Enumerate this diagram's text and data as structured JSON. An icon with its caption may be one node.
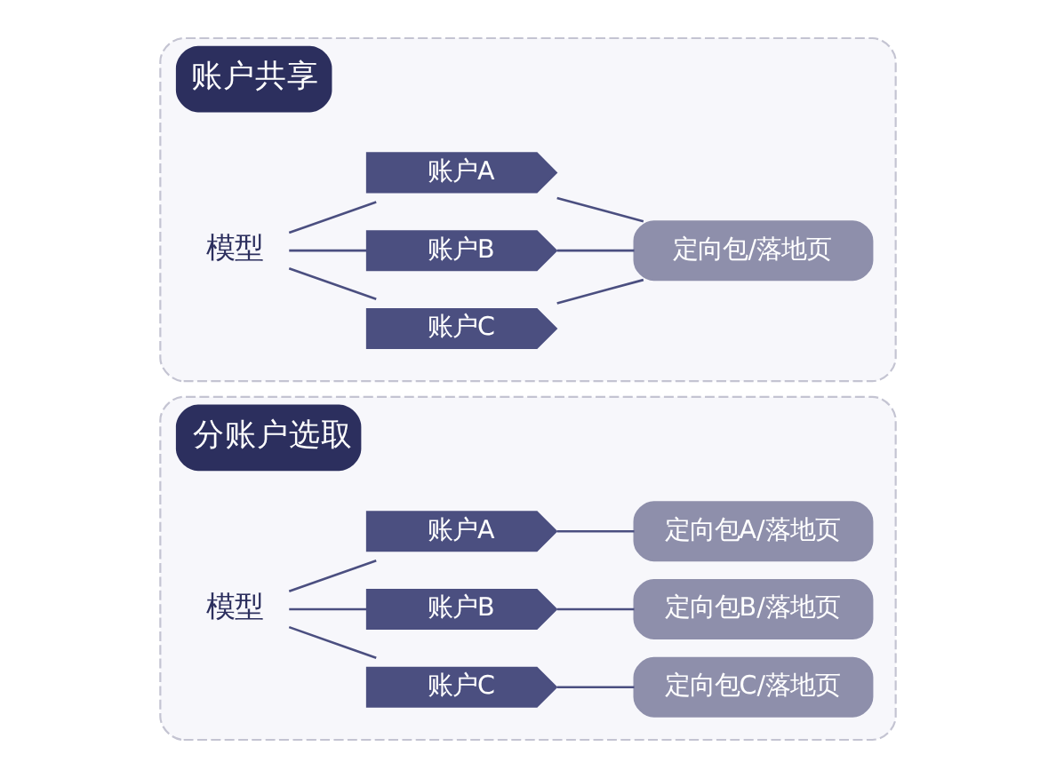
{
  "diagram": {
    "nodes": [
      {
        "text": [
          "账户共享"
        ]
      },
      {
        "text": [
          "模型"
        ],
        "in": 0
      },
      {
        "text": [
          "账户A"
        ],
        "in": 0
      },
      {
        "text": [
          "账户B"
        ],
        "in": 0
      },
      {
        "text": [
          "账户C"
        ],
        "in": 0
      },
      {
        "text": [
          "定向包/落地页"
        ],
        "in": 0
      },
      {
        "text": [
          "分账户选取"
        ]
      },
      {
        "text": [
          "模型"
        ],
        "in": 6
      },
      {
        "text": [
          "账户A"
        ],
        "in": 6
      },
      {
        "text": [
          "账户B"
        ],
        "in": 6
      },
      {
        "text": [
          "账户C"
        ],
        "in": 6
      },
      {
        "text": [
          "定向包A/落地页"
        ],
        "in": 6
      },
      {
        "text": [
          "定向包B/落地页"
        ],
        "in": 6
      },
      {
        "text": [
          "定向包C/落地页"
        ],
        "in": 6
      }
    ],
    "edges": [
      {
        "from": 1,
        "to": 2,
        "arrow": "none"
      },
      {
        "from": 1,
        "to": 3,
        "arrow": "none"
      },
      {
        "from": 1,
        "to": 4,
        "arrow": "none"
      },
      {
        "from": 2,
        "to": 5,
        "arrow": "none"
      },
      {
        "from": 3,
        "to": 5,
        "arrow": "none"
      },
      {
        "from": 4,
        "to": 5,
        "arrow": "none"
      },
      {
        "from": 7,
        "to": 8,
        "arrow": "none"
      },
      {
        "from": 7,
        "to": 9,
        "arrow": "none"
      },
      {
        "from": 7,
        "to": 10,
        "arrow": "none"
      },
      {
        "from": 8,
        "to": 11,
        "arrow": "none"
      },
      {
        "from": 9,
        "to": 12,
        "arrow": "none"
      },
      {
        "from": 10,
        "to": 13,
        "arrow": "none"
      }
    ]
  }
}
